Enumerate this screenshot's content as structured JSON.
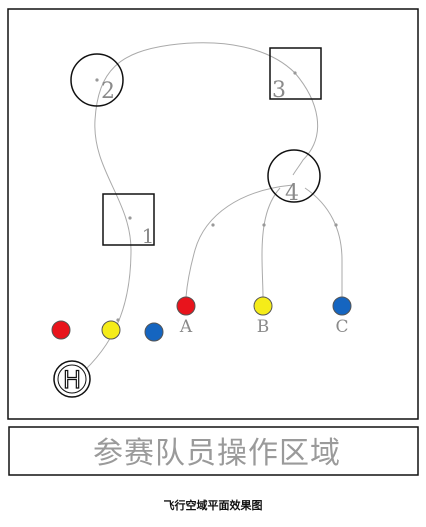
{
  "diagram": {
    "caption": "飞行空域平面效果图",
    "team_area_label": "参赛队员操作区域",
    "helipad_letter": "H",
    "waypoints": [
      {
        "label": "1",
        "shape": "square"
      },
      {
        "label": "2",
        "shape": "circle"
      },
      {
        "label": "3",
        "shape": "square"
      },
      {
        "label": "4",
        "shape": "circle"
      }
    ],
    "stations": [
      {
        "label": "A",
        "color": "#e8141c"
      },
      {
        "label": "B",
        "color": "#f5ec19"
      },
      {
        "label": "C",
        "color": "#1565c0"
      }
    ],
    "staging_balls": [
      {
        "color": "#e8141c"
      },
      {
        "color": "#f5ec19"
      },
      {
        "color": "#1565c0"
      }
    ]
  }
}
